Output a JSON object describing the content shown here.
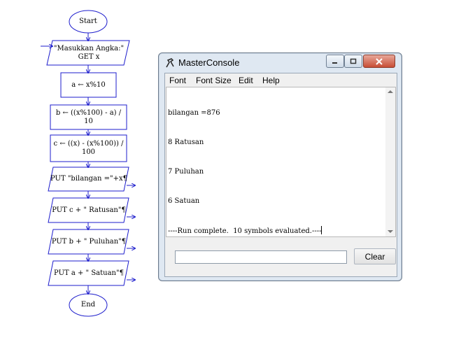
{
  "flowchart": {
    "start": "Start",
    "input": "\"Masukkan Angka:\"\nGET x",
    "assign1": "a ← x%10",
    "assign2": "b ← ((x%100) - a) / 10",
    "assign3": "c ← ((x) - (x%100)) /\n100",
    "out1": "PUT \"bilangan =\"+x¶",
    "out2": "PUT c + \" Ratusan\"¶",
    "out3": "PUT b + \" Puluhan\"¶",
    "out4": "PUT a + \" Satuan\"¶",
    "end": "End"
  },
  "window": {
    "title": "MasterConsole",
    "menu": [
      "Font",
      "Font Size",
      "Edit",
      "Help"
    ],
    "output_lines": [
      "bilangan =876",
      "8 Ratusan",
      "7 Puluhan",
      "6 Satuan",
      "----Run complete.  10 symbols evaluated.----"
    ],
    "input_value": "",
    "clear_label": "Clear"
  },
  "colors": {
    "flow_stroke": "#1c1ccc",
    "close_button": "#c74d35"
  }
}
